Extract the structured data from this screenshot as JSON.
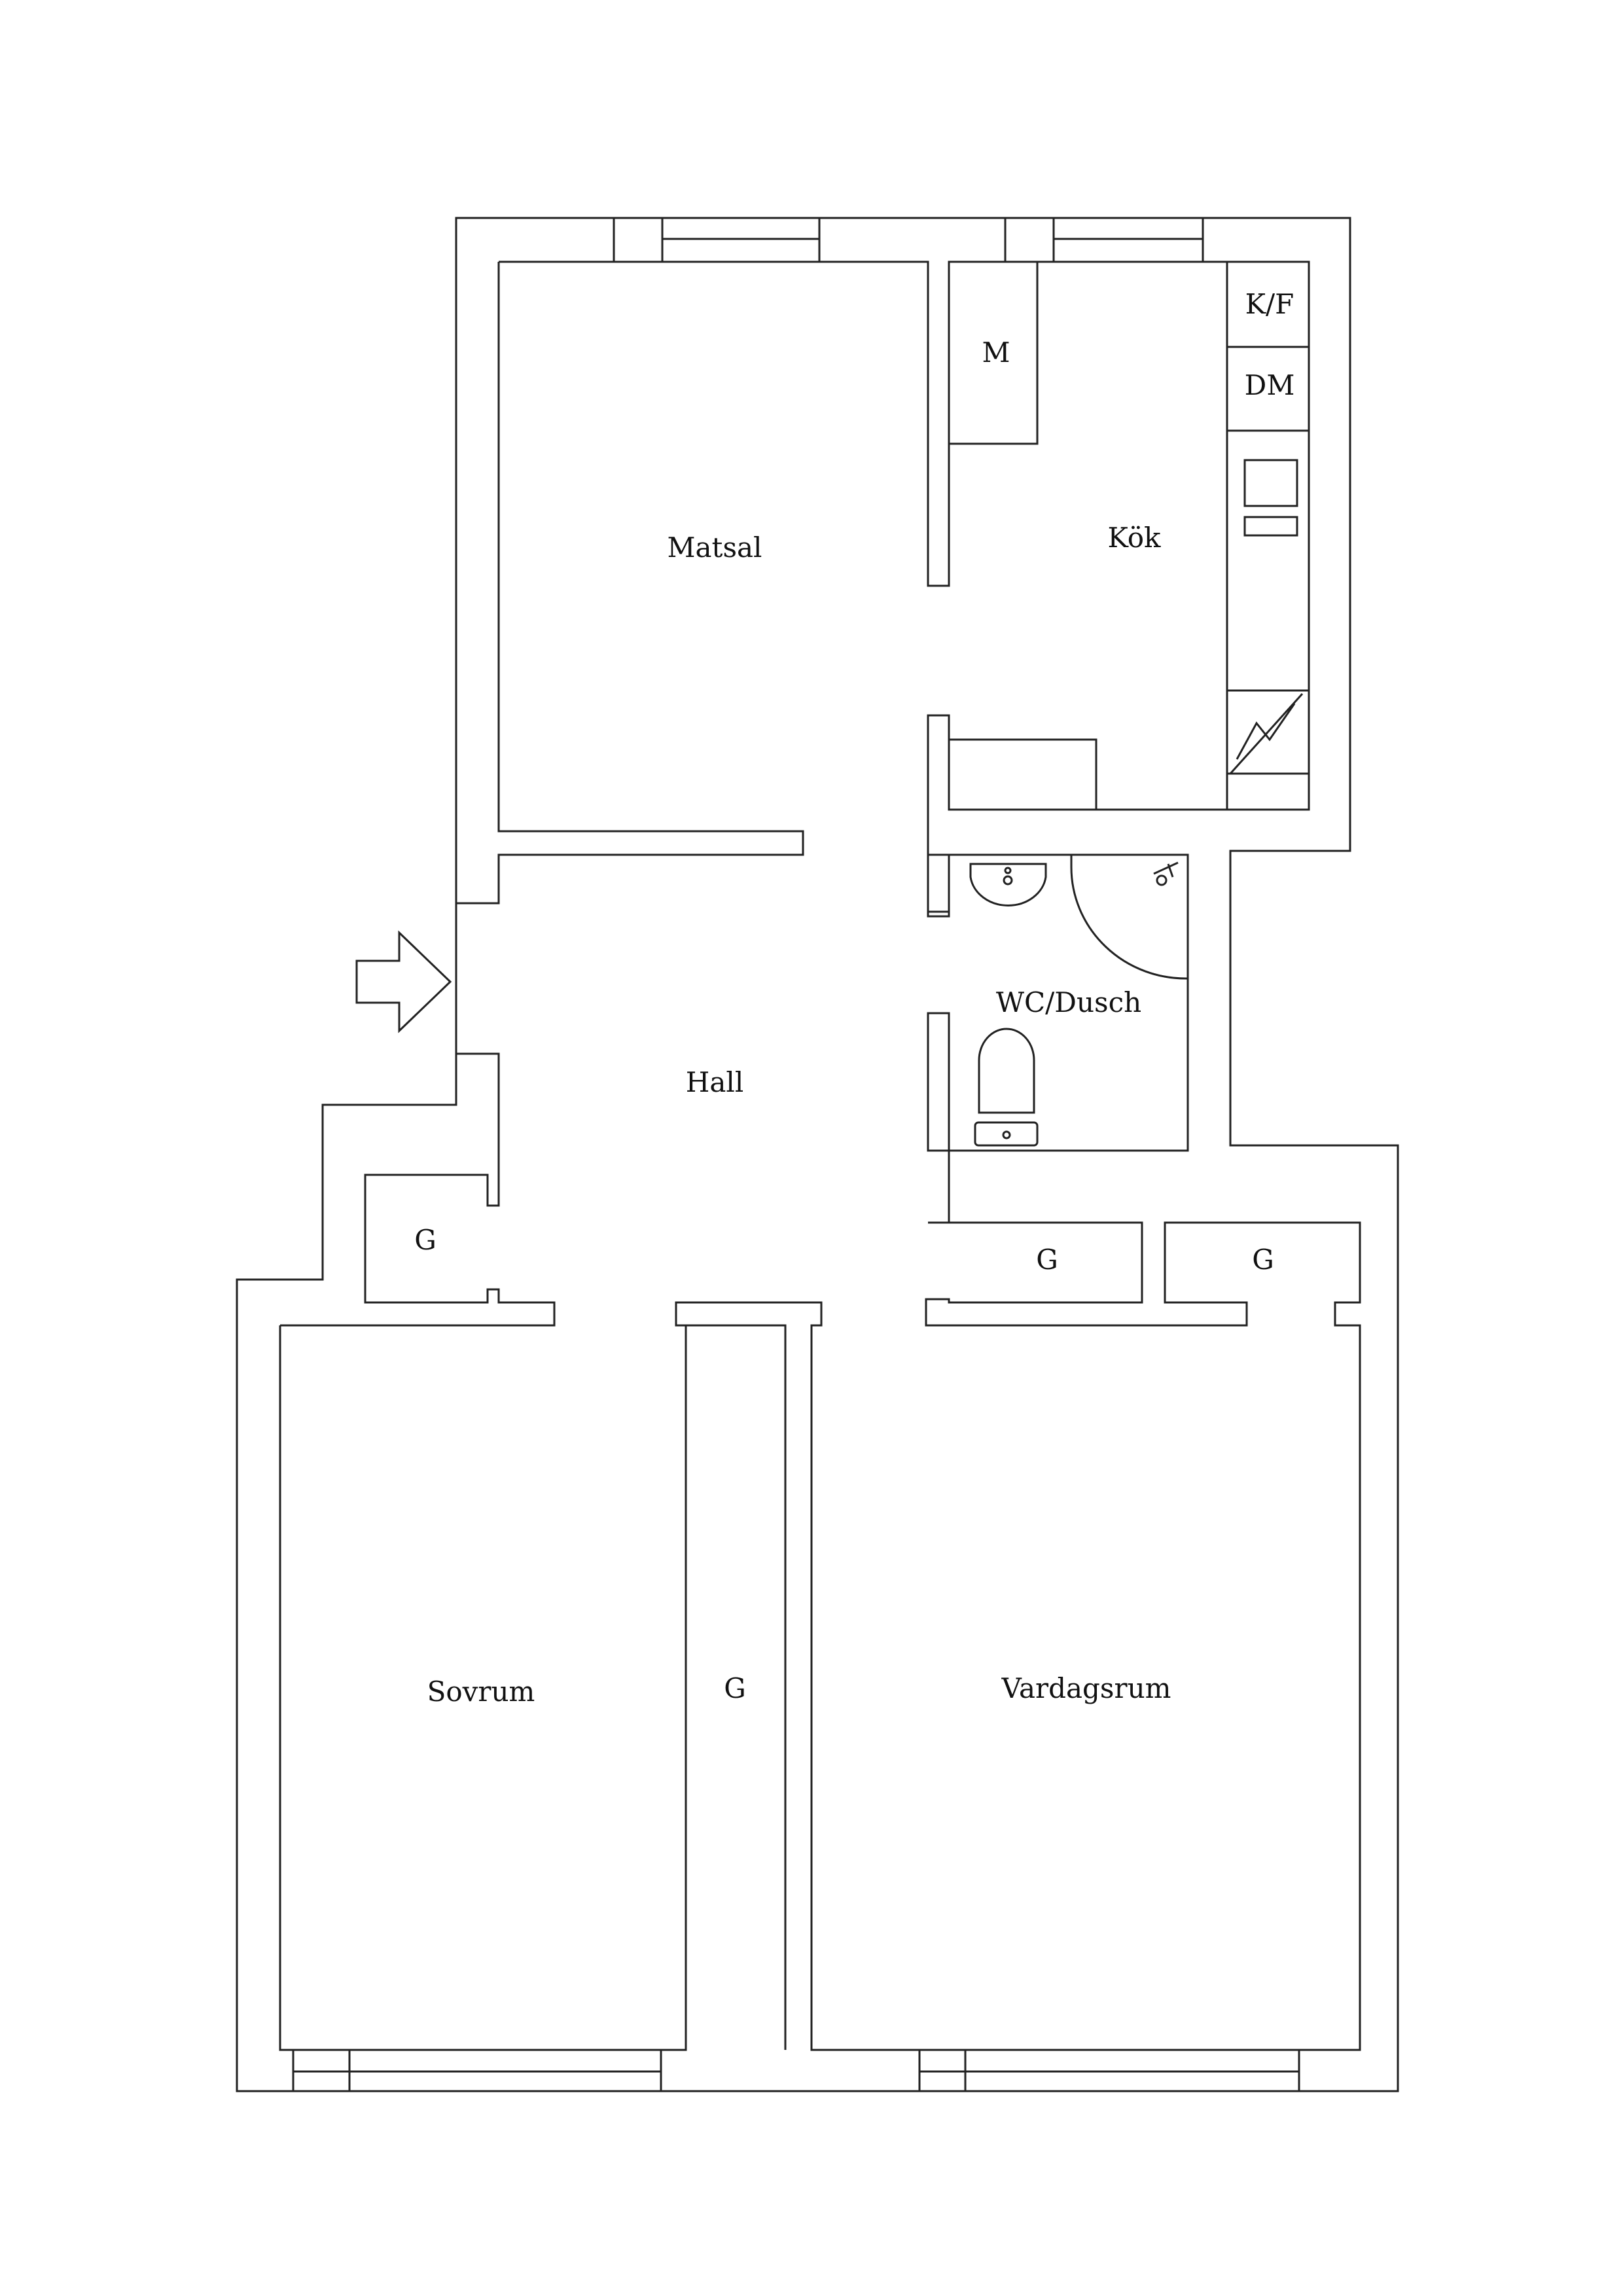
{
  "colors": {
    "background": "#ffffff",
    "line": "#222222",
    "text": "#111111"
  },
  "rooms": {
    "matsal": "Matsal",
    "kok": "Kök",
    "hall": "Hall",
    "wc": "WC/Dusch",
    "sovrum": "Sovrum",
    "vardagsrum": "Vardagsrum"
  },
  "fixtures": {
    "kf": "K/F",
    "dm": "DM",
    "m": "M",
    "g1": "G",
    "g2": "G",
    "g3": "G",
    "g4": "G"
  },
  "icons": {
    "entrance": "entrance-arrow-icon",
    "stove": "stove-icon",
    "sink": "sink-icon",
    "fuse_box": "fuse-box-icon",
    "washbasin": "washbasin-icon",
    "shower": "shower-icon",
    "toilet": "toilet-icon"
  }
}
